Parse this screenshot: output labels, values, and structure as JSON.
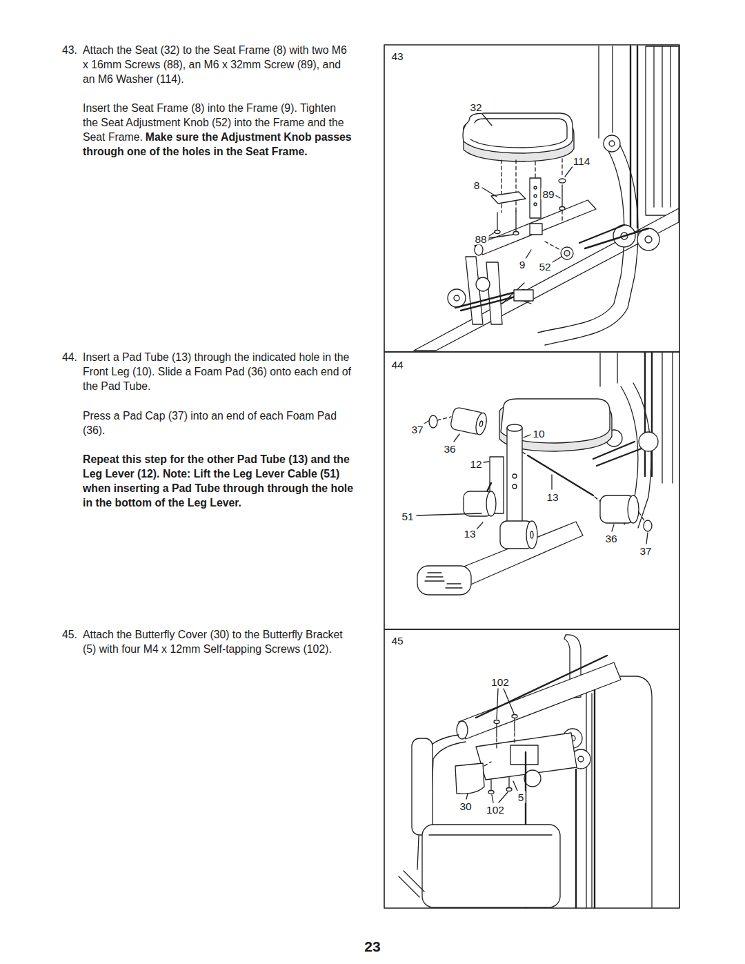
{
  "diagram": {
    "labels": [
      "43.",
      "Attach the Seat (32) to the Seat Frame (8) with two M6 x 16mm Screws (88), an M6 x 32mm Screw (89), and an M6 Washer (114).",
      "Insert the Seat Frame (8) into the Frame (9). Tighten the Seat Adjustment Knob (52) into the Frame and the Seat Frame.",
      "Make sure the Adjustment Knob passes through one of the holes in the Seat Frame.",
      "44.",
      "Insert a Pad Tube (13) through the indicated hole in the Front Leg (10). Slide a Foam Pad (36) onto each end of the Pad Tube.",
      "Press a Pad Cap (37) into an end of each Foam Pad (36).",
      "Repeat this step for the other Pad Tube (13) and the Leg Lever (12). Note: Lift the Leg Lever Cable (51) when inserting a Pad Tube through through the hole in the bottom of the Leg Lever.",
      "45.",
      "Attach the Butterfly Cover (30) to the Butterfly Bracket (5) with four M4 x 12mm Self-tapping Screws (102).",
      "43",
      "32",
      "114",
      "8",
      "89",
      "88",
      "9",
      "52",
      "44",
      "37",
      "10",
      "36",
      "12",
      "13",
      "51",
      "13",
      "36",
      "37",
      "45",
      "102",
      "5",
      "30",
      "102",
      "23"
    ]
  }
}
